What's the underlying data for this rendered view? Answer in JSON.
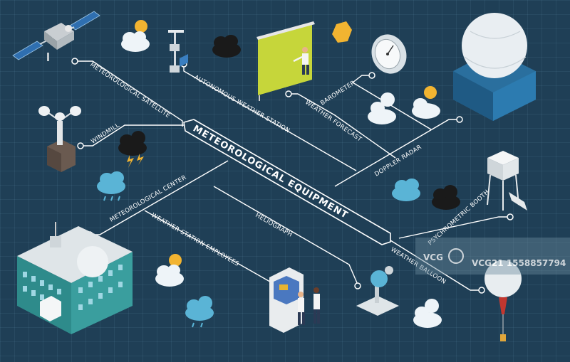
{
  "title": "METEOROLOGICAL EQUIPMENT",
  "labels": {
    "meteorological_satellite": "METEOROLOGICAL SATELLITE",
    "autonomous_weather_station": "AUTONOMOUS WEATHER STATION",
    "windmill": "WINDMILL",
    "barometer": "BAROMETER",
    "weather_forecast": "WEATHER FORECAST",
    "doppler_radar": "DOPPLER RADAR",
    "meteorological_center": "METEOROLOGICAL CENTER",
    "heliograph": "HELIOGRAPH",
    "weather_station_employees": "WEATHER STATION EMPLOYEES",
    "psychrometric_booth": "PSYCHROMETRIC BOOTH",
    "weather_balloon": "WEATHER BALLOON"
  },
  "watermark": {
    "logo": "VCG",
    "id": "VCG21 1558857794"
  },
  "colors": {
    "background": "#1f3f56",
    "line": "#ffffff",
    "building": "#2e8b8b",
    "cloud": "#eef4f8",
    "sun": "#f2b431",
    "dark_cloud": "#1a1a1a",
    "rain_cloud": "#5ab4d6"
  }
}
